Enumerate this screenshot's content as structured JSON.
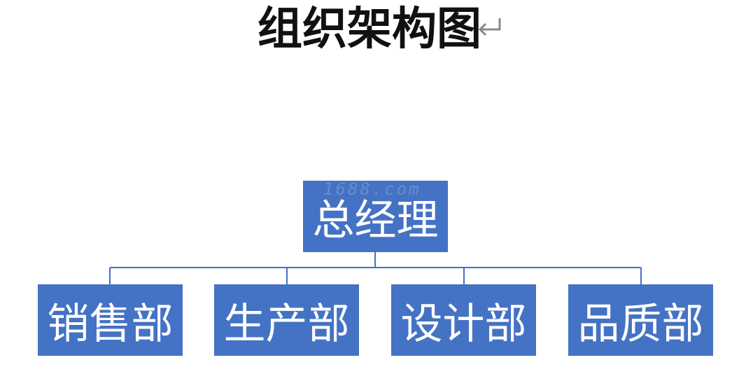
{
  "title": "组织架构图",
  "watermark": "1688.com",
  "org": {
    "root": "总经理",
    "children": [
      "销售部",
      "生产部",
      "设计部",
      "品质部"
    ]
  },
  "colors": {
    "box_fill": "#4472c4",
    "box_text": "#ffffff",
    "connector": "#4472c4",
    "title_text": "#111111"
  },
  "icons": {
    "title_end": "paragraph-mark-icon"
  }
}
